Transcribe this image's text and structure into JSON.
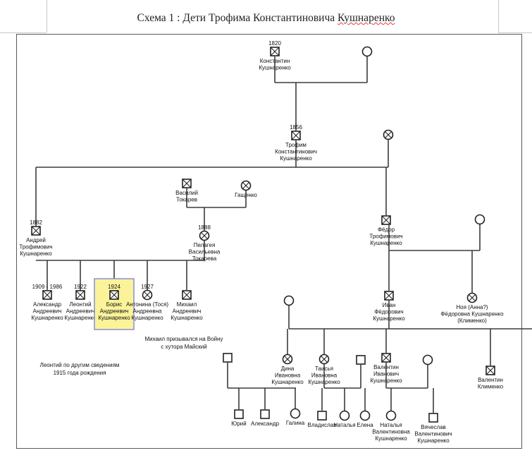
{
  "title": {
    "prefix": "Схема 1 : Дети Трофима Константиновича ",
    "surname": "Кушнаренко"
  },
  "people": [
    {
      "id": "konstantin",
      "sex": "m",
      "deceased": true,
      "year": "1820",
      "lines": [
        "Константин",
        "Кушнаренко"
      ]
    },
    {
      "id": "konstantin-wife",
      "sex": "f",
      "deceased": false,
      "year": "",
      "lines": []
    },
    {
      "id": "trofim",
      "sex": "m",
      "deceased": true,
      "year": "1856",
      "lines": [
        "Трофим",
        "Константинович",
        "Кушнаренко"
      ]
    },
    {
      "id": "trofim-wife",
      "sex": "f",
      "deceased": true,
      "year": "",
      "lines": []
    },
    {
      "id": "vasily",
      "sex": "m",
      "deceased": true,
      "year": "",
      "lines": [
        "Василий",
        "Токарев"
      ]
    },
    {
      "id": "gashchenko",
      "sex": "f",
      "deceased": true,
      "year": "",
      "lines": [
        "Гащенко"
      ]
    },
    {
      "id": "andrey",
      "sex": "m",
      "deceased": true,
      "year": "1882",
      "lines": [
        "Андрей",
        "Трофимович",
        "Кушнаренко"
      ]
    },
    {
      "id": "pelageya",
      "sex": "f",
      "deceased": true,
      "year": "1888",
      "lines": [
        "Пелагея",
        "Васильевна",
        "Токарева"
      ]
    },
    {
      "id": "fedor",
      "sex": "m",
      "deceased": true,
      "year": "",
      "lines": [
        "Фёдор",
        "Трофимович",
        "Кушнаренко"
      ]
    },
    {
      "id": "fedor-wife",
      "sex": "f",
      "deceased": false,
      "year": "",
      "lines": []
    },
    {
      "id": "aleksandr-a",
      "sex": "m",
      "deceased": true,
      "year": "1909 - 1986",
      "lines": [
        "Александр",
        "Андреевич",
        "Кушнаренко"
      ]
    },
    {
      "id": "leontiy",
      "sex": "m",
      "deceased": true,
      "year": "1922",
      "lines": [
        "Леонтий",
        "Андреевич",
        "Кушнаренко"
      ]
    },
    {
      "id": "boris",
      "sex": "m",
      "deceased": true,
      "year": "1924",
      "lines": [
        "Борис",
        "Андреевич",
        "Кушнаренко"
      ],
      "highlight": true
    },
    {
      "id": "antonina",
      "sex": "f",
      "deceased": true,
      "year": "1927",
      "lines": [
        "Антонина (Тося)",
        "Андреевна",
        "Кушнаренко"
      ]
    },
    {
      "id": "mikhail",
      "sex": "m",
      "deceased": true,
      "year": "",
      "lines": [
        "Михаил",
        "Андреевич",
        "Кушнаренко"
      ]
    },
    {
      "id": "ivan",
      "sex": "m",
      "deceased": true,
      "year": "",
      "lines": [
        "Иван",
        "Фёдорович",
        "Кушнаренко"
      ]
    },
    {
      "id": "ivan-wife",
      "sex": "f",
      "deceased": false,
      "year": "",
      "lines": []
    },
    {
      "id": "noya",
      "sex": "f",
      "deceased": true,
      "year": "",
      "lines": [
        "Ноя (Анна?)",
        "Фёдоровна Кушнаренко",
        "(Клименко)"
      ]
    },
    {
      "id": "dina",
      "sex": "f",
      "deceased": true,
      "year": "",
      "lines": [
        "Дина",
        "Ивановна",
        "Кушнаренко"
      ]
    },
    {
      "id": "taisya",
      "sex": "f",
      "deceased": true,
      "year": "",
      "lines": [
        "Таисья",
        "Ивановна",
        "Кушнаренко"
      ]
    },
    {
      "id": "valentin-i",
      "sex": "m",
      "deceased": true,
      "year": "",
      "lines": [
        "Валентин",
        "Иванович",
        "Кушнаренко"
      ]
    },
    {
      "id": "valentin-k",
      "sex": "m",
      "deceased": true,
      "year": "",
      "lines": [
        "Валентин",
        "Клименко"
      ]
    },
    {
      "id": "dina-husband",
      "sex": "m",
      "deceased": false,
      "year": "",
      "lines": []
    },
    {
      "id": "taisya-husband",
      "sex": "m",
      "deceased": false,
      "year": "",
      "lines": []
    },
    {
      "id": "valentin-wife",
      "sex": "f",
      "deceased": false,
      "year": "",
      "lines": []
    },
    {
      "id": "yuriy",
      "sex": "m",
      "deceased": false,
      "year": "",
      "lines": [
        "Юрий"
      ]
    },
    {
      "id": "aleksandr-g",
      "sex": "m",
      "deceased": false,
      "year": "",
      "lines": [
        "Александр"
      ]
    },
    {
      "id": "galina",
      "sex": "f",
      "deceased": false,
      "year": "",
      "lines": [
        "Галина"
      ]
    },
    {
      "id": "vladislav",
      "sex": "m",
      "deceased": false,
      "year": "",
      "lines": [
        "Владислав"
      ]
    },
    {
      "id": "natalya-t",
      "sex": "f",
      "deceased": false,
      "year": "",
      "lines": [
        "Наталья"
      ]
    },
    {
      "id": "elena",
      "sex": "f",
      "deceased": false,
      "year": "",
      "lines": [
        "Елена"
      ]
    },
    {
      "id": "natalya-v",
      "sex": "f",
      "deceased": false,
      "year": "",
      "lines": [
        "Наталья",
        "Валентиновна",
        "Кушнаренко"
      ]
    },
    {
      "id": "vyacheslav",
      "sex": "m",
      "deceased": false,
      "year": "",
      "lines": [
        "Вячеслав",
        "Валентинович",
        "Кушнаренко"
      ]
    }
  ],
  "notes": [
    {
      "id": "note-mikhail",
      "lines": [
        "Михаил призывался на Войну",
        "с хутора Майский"
      ]
    },
    {
      "id": "note-leontiy",
      "lines": [
        "Леонтий по другим сведениям",
        "1915 года рождения"
      ]
    }
  ],
  "colors": {
    "line": "#3b3b3b",
    "highlight_fill": "#fbf39a",
    "highlight_border": "#8a8fd0",
    "frame": "#5a5a5a"
  }
}
